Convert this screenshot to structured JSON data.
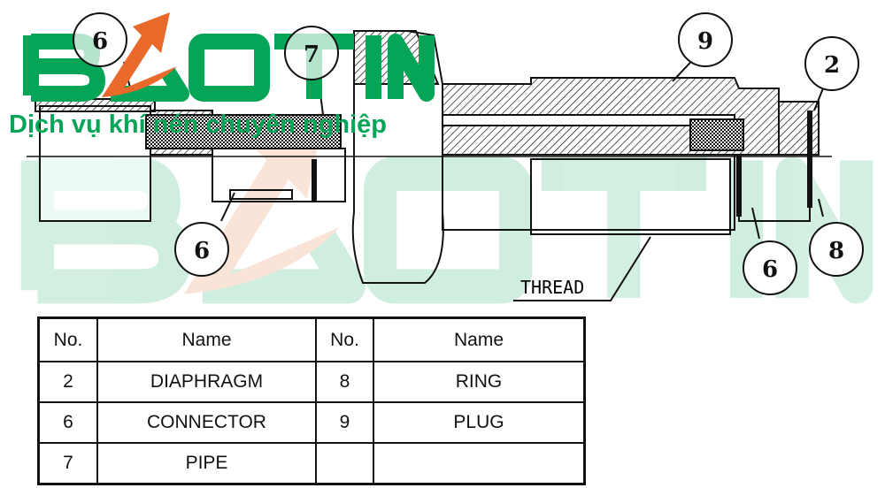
{
  "watermark": {
    "logo_text": "BAOTIN",
    "slogan": "Dịch vụ khí nén chuyên nghiệp",
    "brand_color": "#04a556",
    "accent_color": "#e8692a"
  },
  "callouts": {
    "c6a": "6",
    "c7": "7",
    "c6b": "6",
    "c9": "9",
    "c2": "2",
    "c6c": "6",
    "c8": "8",
    "thread": "THREAD"
  },
  "table": {
    "headers": [
      "No.",
      "Name",
      "No.",
      "Name"
    ],
    "rows": [
      [
        "2",
        "DIAPHRAGM",
        "8",
        "RING"
      ],
      [
        "6",
        "CONNECTOR",
        "9",
        "PLUG"
      ],
      [
        "7",
        "PIPE",
        "",
        ""
      ]
    ]
  }
}
